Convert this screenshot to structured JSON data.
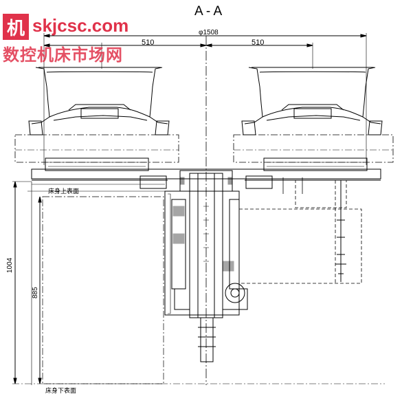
{
  "watermark": {
    "logo_char": "机",
    "url": "skjcsc.com",
    "cn_text": "数控机床市场网"
  },
  "drawing": {
    "section_title": "A - A",
    "dim_total": "φ1508",
    "dim_left": "510",
    "dim_right": "510",
    "dim_vertical_outer": "1004",
    "dim_vertical_inner": "885",
    "label_upper_surface": "床身上表面",
    "label_lower_surface": "床身下表面"
  }
}
